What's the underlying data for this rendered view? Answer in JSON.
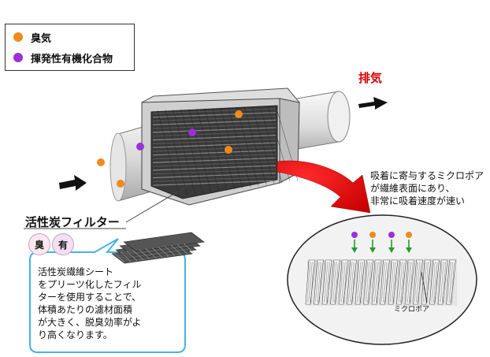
{
  "legend": {
    "items": [
      {
        "label": "臭気",
        "color": "#f08a1c"
      },
      {
        "label": "揮発性有機化合物",
        "color": "#9b30d9"
      }
    ]
  },
  "labels": {
    "exhaust": "排気",
    "filter": "活性炭フィルター",
    "micropore_note": "吸着に寄与するミクロポア\nが繊維表面にあり、\n非常に吸着速度が速い",
    "micropore": "ミクロポア",
    "callout": "活性炭繊維シート\nをプリーツ化したフィル\nターを使用することで、\n体積あたりの濾材面積\nが大きく、脱臭効率がよ\nり高くなります。"
  },
  "badges": [
    "臭",
    "有"
  ],
  "colors": {
    "odor": "#f08a1c",
    "voc": "#9b30d9",
    "arrow_red": "#e00000",
    "arrow_green": "#2a9a2a"
  }
}
